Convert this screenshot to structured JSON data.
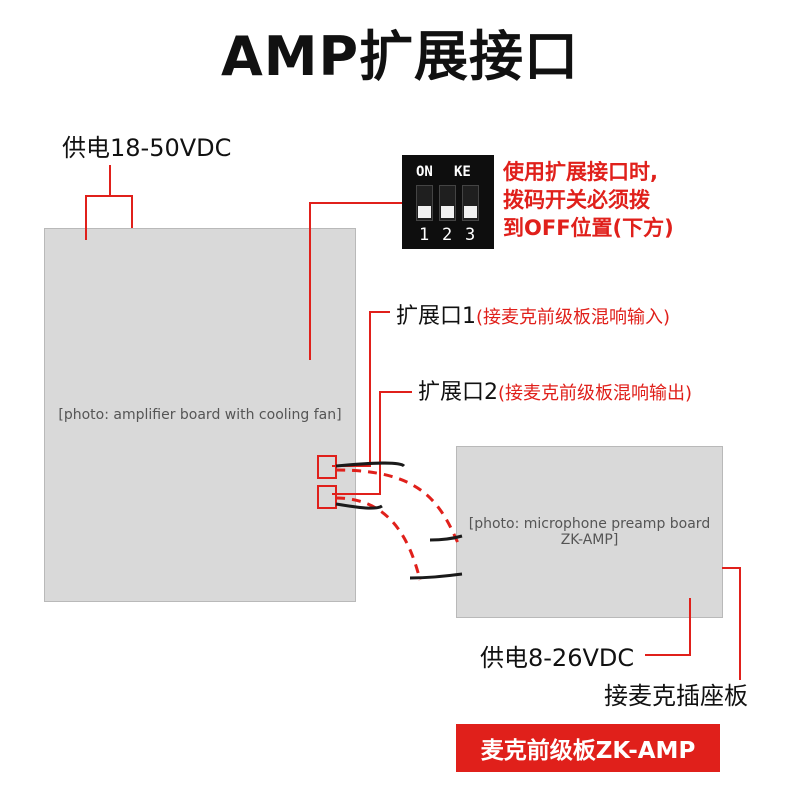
{
  "title": "AMP扩展接口",
  "labels": {
    "power_main": "供电18-50VDC",
    "dip_note": [
      "使用扩展接口时,",
      "拨码开关必须拨",
      "到OFF位置(下方)"
    ],
    "ext1_main": "扩展口1",
    "ext1_sub": "(接麦克前级板混响输入)",
    "ext2_main": "扩展口2",
    "ext2_sub": "(接麦克前级板混响输出)",
    "power_sub": "供电8-26VDC",
    "mic_socket": "接麦克插座板",
    "badge": "麦克前级板ZK-AMP"
  },
  "dip_switch": {
    "on_label": "ON",
    "brand_label": "KE",
    "positions": [
      "1",
      "2",
      "3"
    ]
  },
  "images": {
    "main_board": "[photo: amplifier board with cooling fan]",
    "mic_board": "[photo: microphone preamp board ZK-AMP]"
  },
  "colors": {
    "accent_red": "#e0201b",
    "text": "#111111"
  }
}
